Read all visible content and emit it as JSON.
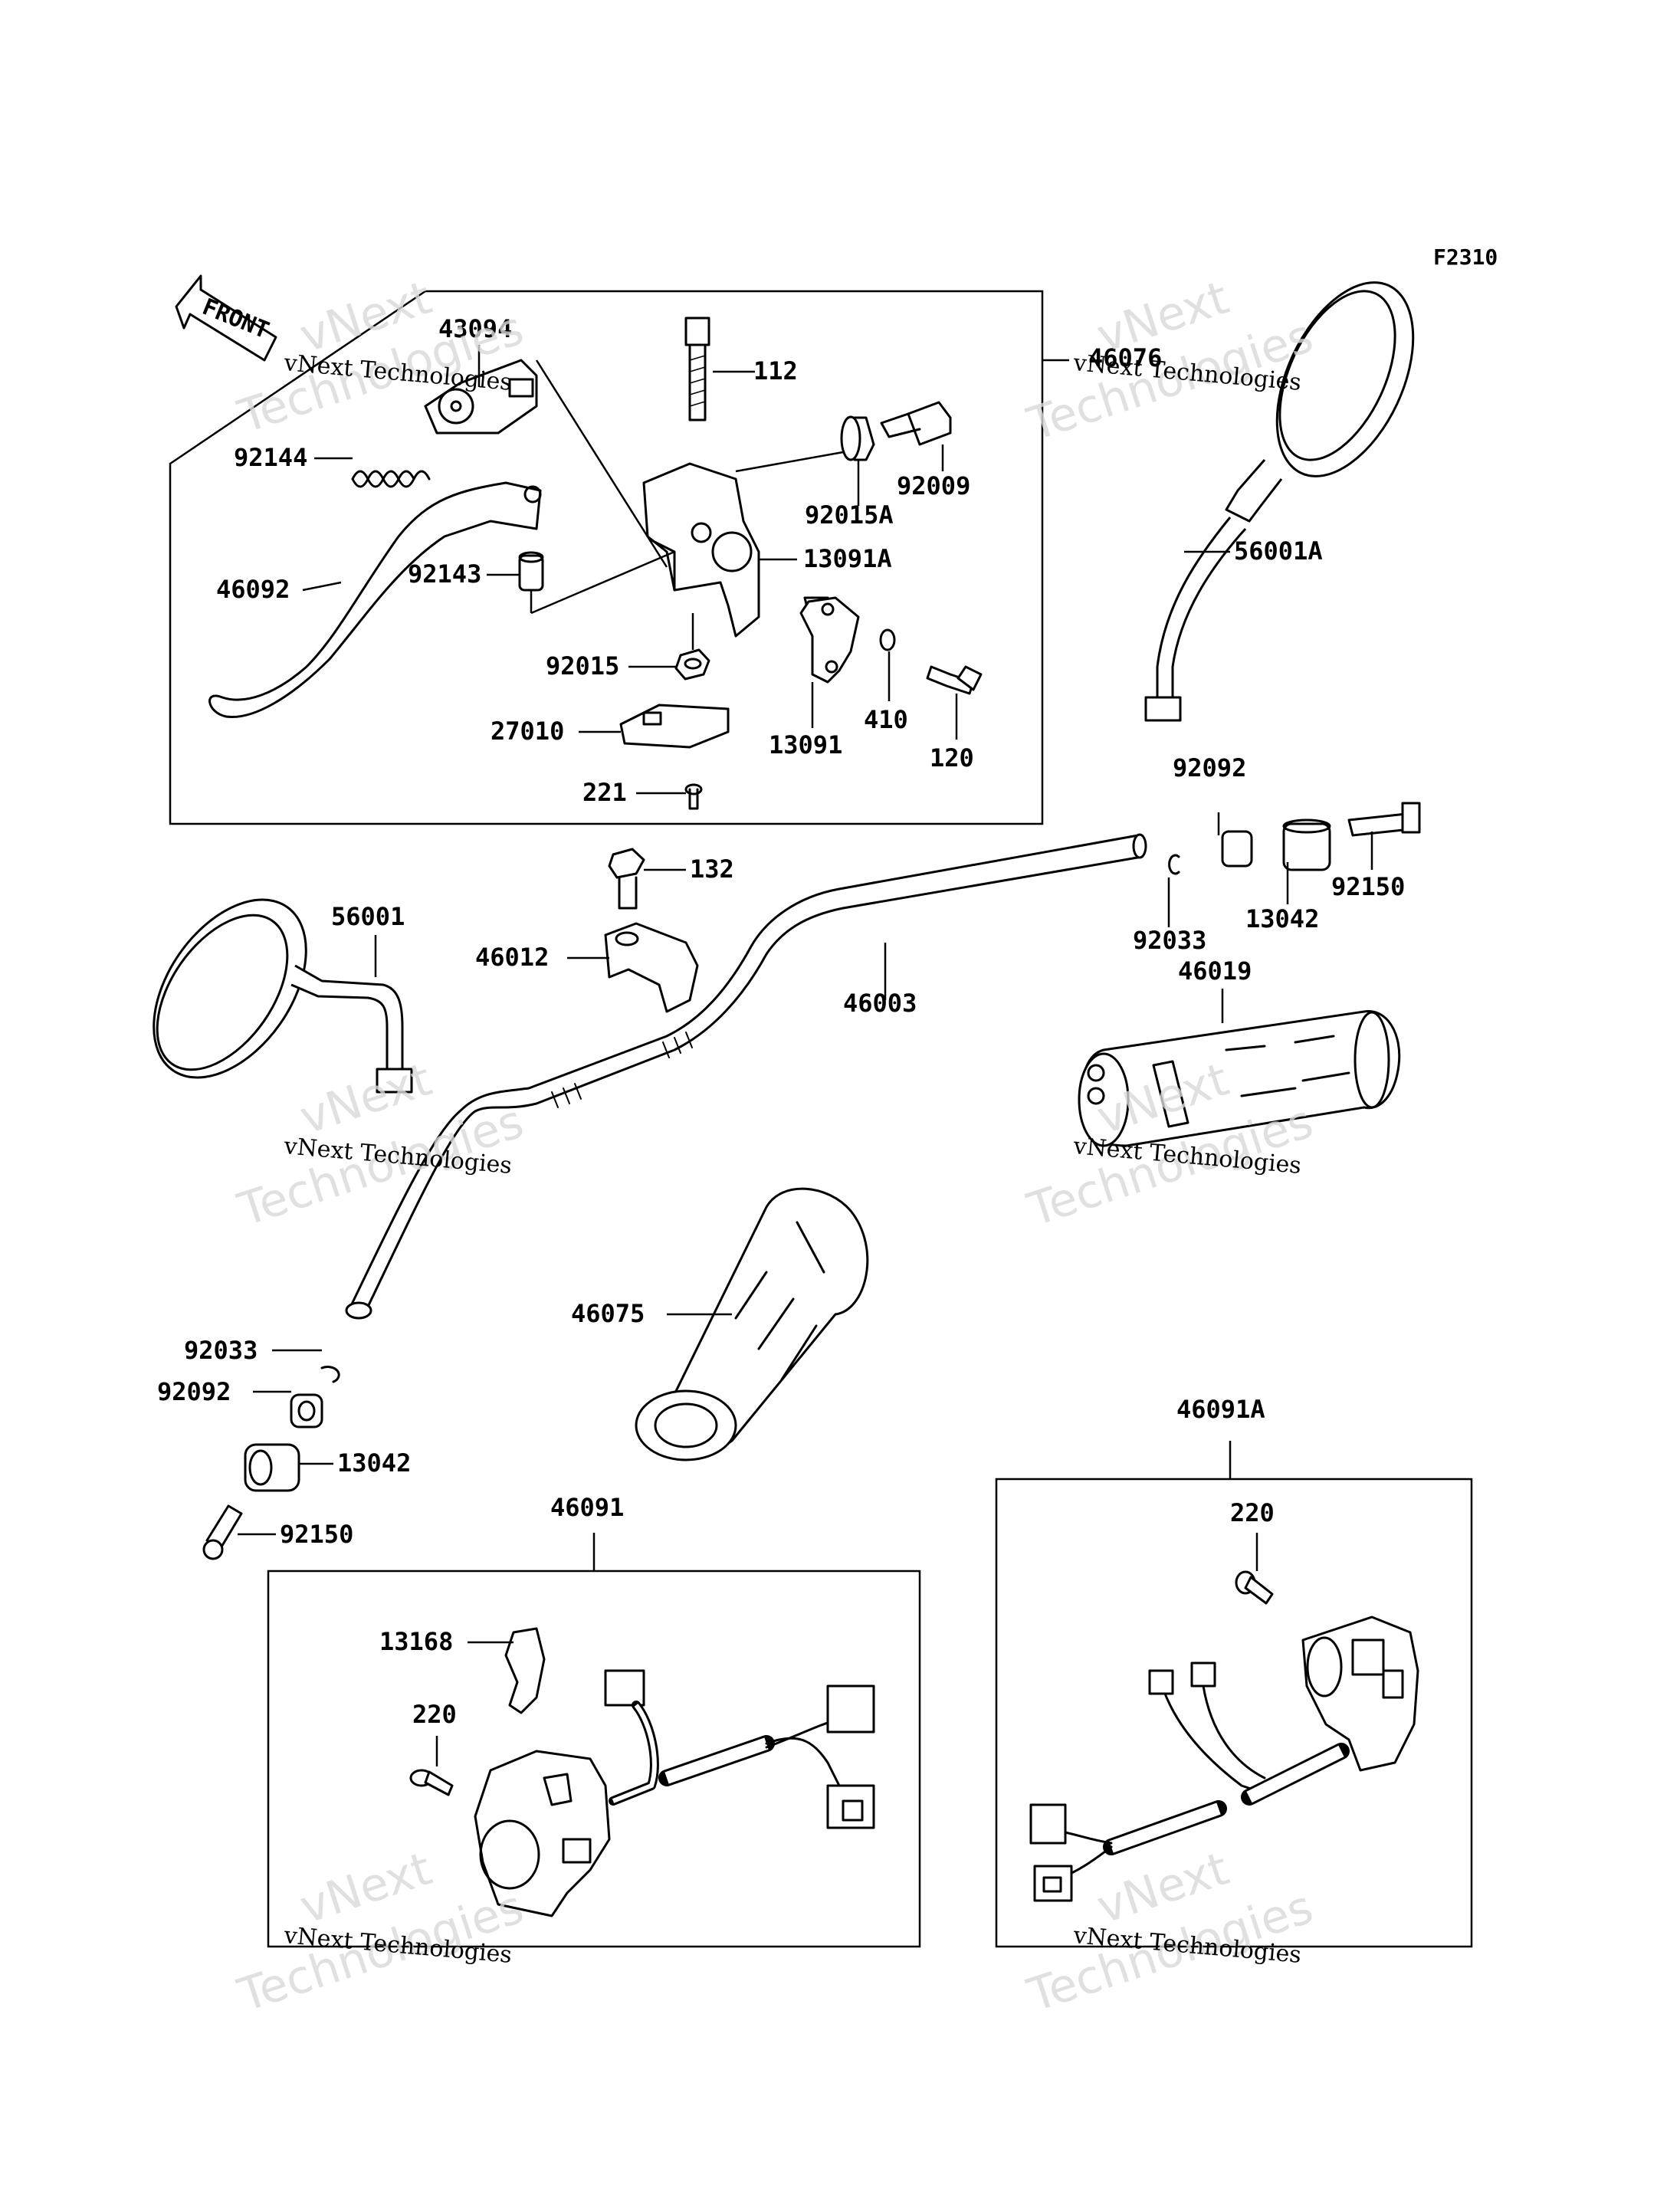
{
  "figure_code": "F2310",
  "front_arrow_label": "FRONT",
  "watermark": {
    "line_top": "vNext",
    "line_small": "vNext Technologies",
    "line_big": "Technologies"
  },
  "labels": {
    "p43094": "43094",
    "p112": "112",
    "p46076": "46076",
    "p92144": "92144",
    "p92015A": "92015A",
    "p92009": "92009",
    "p46092": "46092",
    "p92143": "92143",
    "p13091A": "13091A",
    "p56001A": "56001A",
    "p92015": "92015",
    "p27010": "27010",
    "p13091": "13091",
    "p410": "410",
    "p120": "120",
    "p221": "221",
    "p92092_r": "92092",
    "p132": "132",
    "p92033_r": "92033",
    "p13042_r": "13042",
    "p92150_r": "92150",
    "p56001": "56001",
    "p46012": "46012",
    "p46003": "46003",
    "p46019": "46019",
    "p46075": "46075",
    "p92033_l": "92033",
    "p92092_l": "92092",
    "p13042_l": "13042",
    "p92150_l": "92150",
    "p46091A": "46091A",
    "p46091": "46091",
    "p220_r": "220",
    "p13168": "13168",
    "p220_l": "220"
  }
}
